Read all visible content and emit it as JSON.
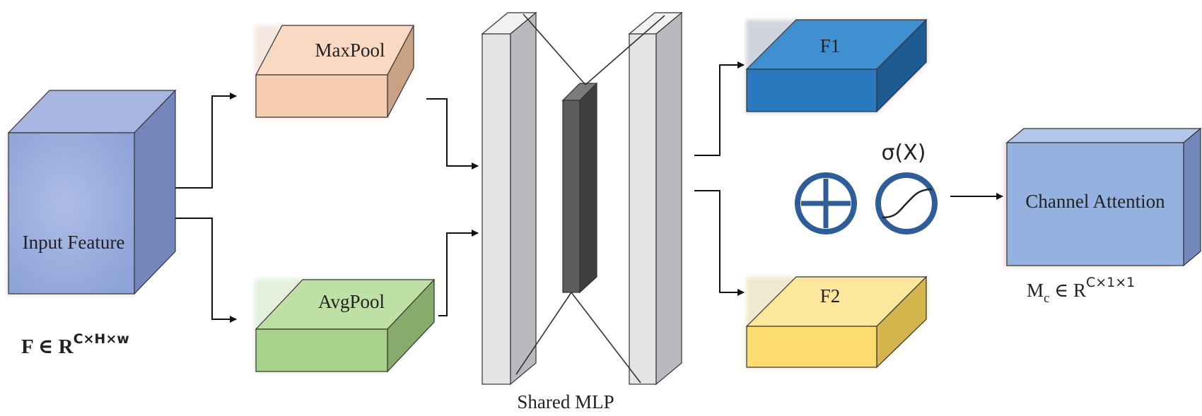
{
  "diagram": {
    "input_block": {
      "label": "Input Feature",
      "formula_base": "F ∈ R",
      "formula_sup": "C×H×w",
      "color": "#9aaede"
    },
    "maxpool_block": {
      "label": "MaxPool",
      "color": "#f6cdb0"
    },
    "avgpool_block": {
      "label": "AvgPool",
      "color": "#a7d28a"
    },
    "shared_mlp": {
      "label": "Shared MLP",
      "layer_color": "#e2e4e6",
      "hidden_color": "#5d5b5b"
    },
    "f1_block": {
      "label": "F1",
      "color": "#2a78bd"
    },
    "f2_block": {
      "label": "F2",
      "color": "#fddc70"
    },
    "sigmoid_label": "σ(X)",
    "operator_color": "#2e5d9a",
    "output_block": {
      "label": "Channel Attention",
      "formula_base": "M",
      "formula_sub": "c",
      "formula_mid": " ∈ R",
      "formula_sup": "C×1×1",
      "color": "#95b1df"
    }
  }
}
